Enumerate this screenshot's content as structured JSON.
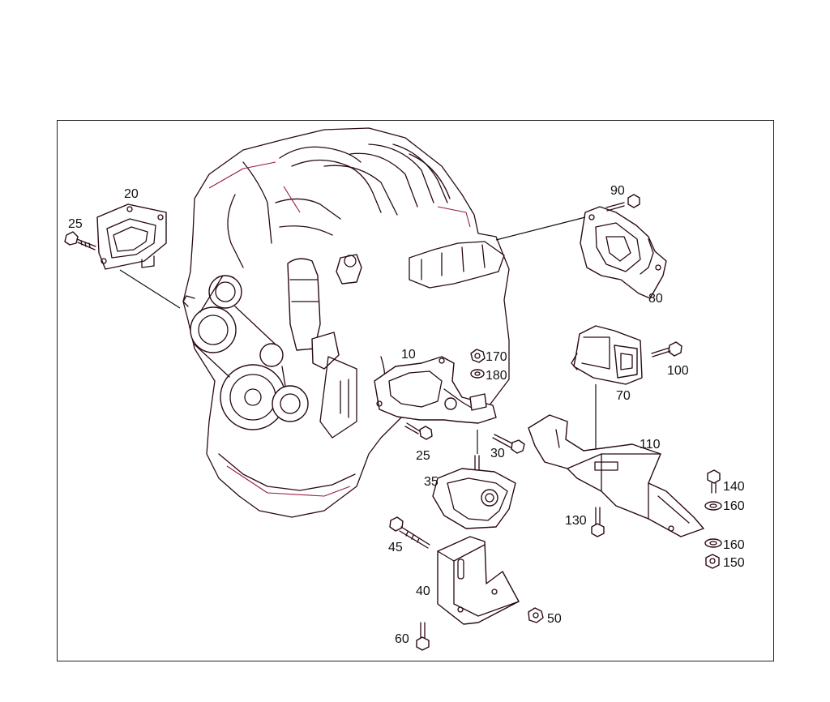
{
  "callouts": [
    {
      "id": "c20",
      "text": "20"
    },
    {
      "id": "c25a",
      "text": "25"
    },
    {
      "id": "c90",
      "text": "90"
    },
    {
      "id": "c80",
      "text": "80"
    },
    {
      "id": "c10",
      "text": "10"
    },
    {
      "id": "c170",
      "text": "170"
    },
    {
      "id": "c180",
      "text": "180"
    },
    {
      "id": "c100",
      "text": "100"
    },
    {
      "id": "c70",
      "text": "70"
    },
    {
      "id": "c25b",
      "text": "25"
    },
    {
      "id": "c30",
      "text": "30"
    },
    {
      "id": "c110",
      "text": "110"
    },
    {
      "id": "c35",
      "text": "35"
    },
    {
      "id": "c140",
      "text": "140"
    },
    {
      "id": "c160a",
      "text": "160"
    },
    {
      "id": "c130",
      "text": "130"
    },
    {
      "id": "c45",
      "text": "45"
    },
    {
      "id": "c160b",
      "text": "160"
    },
    {
      "id": "c150",
      "text": "150"
    },
    {
      "id": "c40",
      "text": "40"
    },
    {
      "id": "c50",
      "text": "50"
    },
    {
      "id": "c60",
      "text": "60"
    }
  ]
}
